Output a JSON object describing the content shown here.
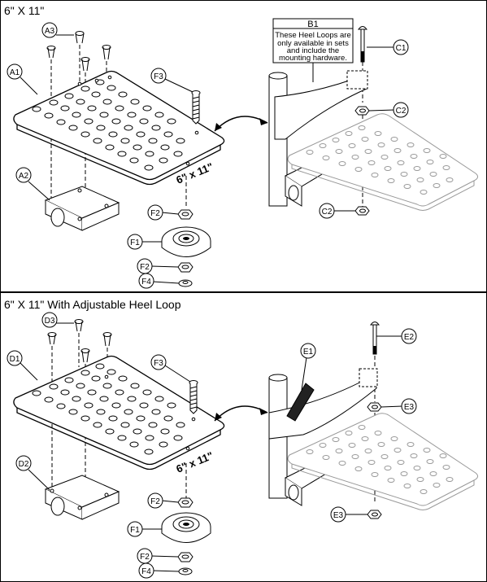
{
  "panels": {
    "top": {
      "title": "6\" X 11\""
    },
    "bottom": {
      "title": "6\" X 11\" With Adjustable Heel Loop"
    }
  },
  "size_label": "6\" x 11\"",
  "callouts": {
    "top": [
      "A3",
      "A1",
      "F3",
      "A2",
      "F2",
      "F1",
      "F2",
      "F4",
      "C1",
      "C2",
      "C2"
    ],
    "bottom": [
      "D3",
      "D1",
      "F3",
      "D2",
      "F2",
      "F1",
      "F2",
      "F4",
      "E1",
      "E2",
      "E3",
      "E3"
    ]
  },
  "note": {
    "title": "B1",
    "lines": [
      "These Heel Loops are",
      "only available in sets",
      "and include the",
      "mounting hardware."
    ]
  },
  "colors": {
    "line": "#000000",
    "fill": "#ffffff",
    "ghost": "#999999",
    "grip": "#222222"
  }
}
